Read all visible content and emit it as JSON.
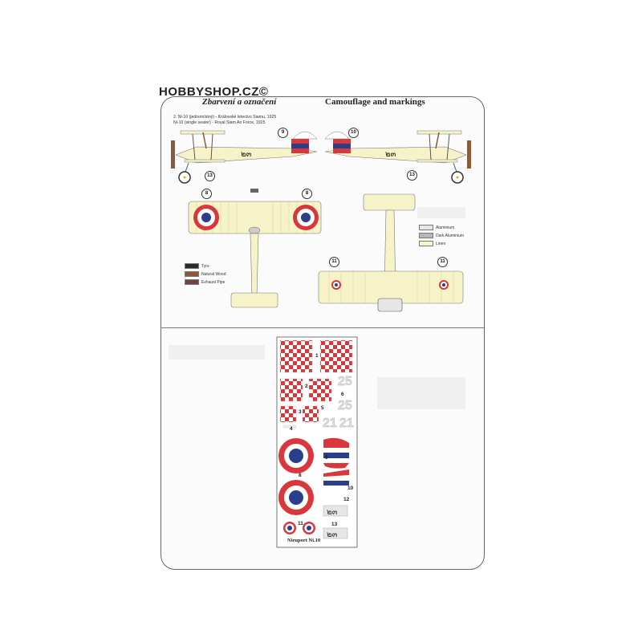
{
  "header": {
    "watermark": "HOBBYSHOP.CZ©",
    "title_cz": "Zbarvení a označení",
    "title_en": "Camouflage and markings"
  },
  "aircraft": {
    "line_cz": "2. Ni-10 (jednomístný) - Královské letectvo Siamu, 1925",
    "line_en": "Ni-10 (single seater) - Royal Siam Air Force, 1925",
    "fuselage_code": "๒๓"
  },
  "callouts": {
    "c9": "9",
    "c10": "10",
    "c13a": "13",
    "c13b": "13",
    "c8a": "8",
    "c8b": "8",
    "c11a": "11",
    "c11b": "11"
  },
  "legend_right": [
    {
      "label": "Aluminium",
      "color": "#e6e6e6"
    },
    {
      "label": "Dark Aluminium",
      "color": "#b8b8b8"
    },
    {
      "label": "Linen",
      "color": "#f7f3c8"
    }
  ],
  "legend_left": [
    {
      "label": "Tyre",
      "color": "#2b2b2b"
    },
    {
      "label": "Natural Wood",
      "color": "#8a5a3a"
    },
    {
      "label": "Exhaust Pipe",
      "color": "#6a4a3e"
    }
  ],
  "decal_numbers": {
    "n1": "1",
    "n2": "2",
    "n3": "3",
    "n4": "4",
    "n5": "5",
    "n6": "6",
    "n8": "8",
    "n9": "9",
    "n10": "10",
    "n11": "11",
    "n12": "12",
    "n13": "13",
    "n25a": "25",
    "n25b": "25",
    "n21a": "21",
    "n21b": "21"
  },
  "decal_caption": "Nieuport Ni.10",
  "colors": {
    "red": "#d9373c",
    "blue": "#2a3f8a",
    "linen": "#f7f3c8"
  }
}
